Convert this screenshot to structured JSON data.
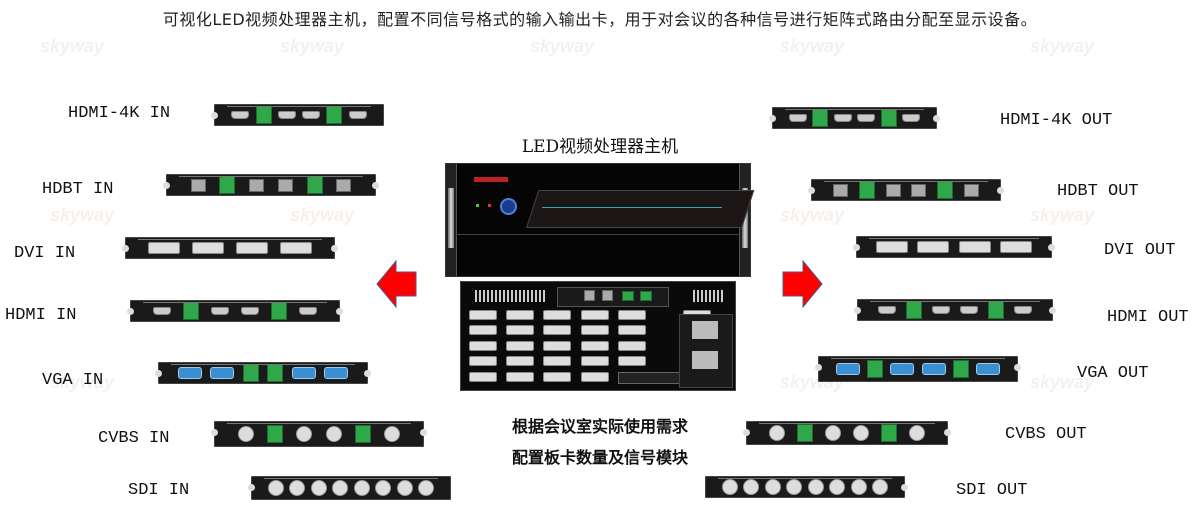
{
  "header": {
    "description": "可视化LED视频处理器主机，配置不同信号格式的输入输出卡，用于对会议的各种信号进行矩阵式路由分配至显示设备。"
  },
  "watermark": {
    "text": "skyway"
  },
  "main_unit": {
    "title": "LED视频处理器主机",
    "caption_line1": "根据会议室实际使用需求",
    "caption_line2": "配置板卡数量及信号模块"
  },
  "colors": {
    "arrow": "#ff0000",
    "arrow_border": "#4a5a8a",
    "card": "#1a1a1a",
    "audio_terminal": "#2fa84a",
    "vga_port": "#3a8fd0"
  },
  "inputs": [
    {
      "label": "HDMI-4K IN",
      "port_type": "hdmi",
      "ports": 4,
      "audio_blocks": 2
    },
    {
      "label": "HDBT IN",
      "port_type": "rj45",
      "ports": 4,
      "audio_blocks": 2
    },
    {
      "label": "DVI IN",
      "port_type": "dvi",
      "ports": 4,
      "audio_blocks": 0
    },
    {
      "label": "HDMI IN",
      "port_type": "hdmi",
      "ports": 4,
      "audio_blocks": 2
    },
    {
      "label": "VGA IN",
      "port_type": "vga",
      "ports": 4,
      "audio_blocks": 2
    },
    {
      "label": "CVBS IN",
      "port_type": "bnc",
      "ports": 4,
      "audio_blocks": 2
    },
    {
      "label": "SDI IN",
      "port_type": "bnc",
      "ports": 8,
      "audio_blocks": 0
    }
  ],
  "outputs": [
    {
      "label": "HDMI-4K OUT",
      "port_type": "hdmi",
      "ports": 4,
      "audio_blocks": 2
    },
    {
      "label": "HDBT OUT",
      "port_type": "rj45",
      "ports": 4,
      "audio_blocks": 2
    },
    {
      "label": "DVI OUT",
      "port_type": "dvi",
      "ports": 4,
      "audio_blocks": 0
    },
    {
      "label": "HDMI OUT",
      "port_type": "hdmi",
      "ports": 4,
      "audio_blocks": 2
    },
    {
      "label": "VGA OUT",
      "port_type": "vga",
      "ports": 4,
      "audio_blocks": 2
    },
    {
      "label": "CVBS OUT",
      "port_type": "bnc",
      "ports": 4,
      "audio_blocks": 2
    },
    {
      "label": "SDI OUT",
      "port_type": "bnc",
      "ports": 8,
      "audio_blocks": 0
    }
  ],
  "arrows": {
    "left": "arrow-left-icon",
    "right": "arrow-right-icon"
  }
}
